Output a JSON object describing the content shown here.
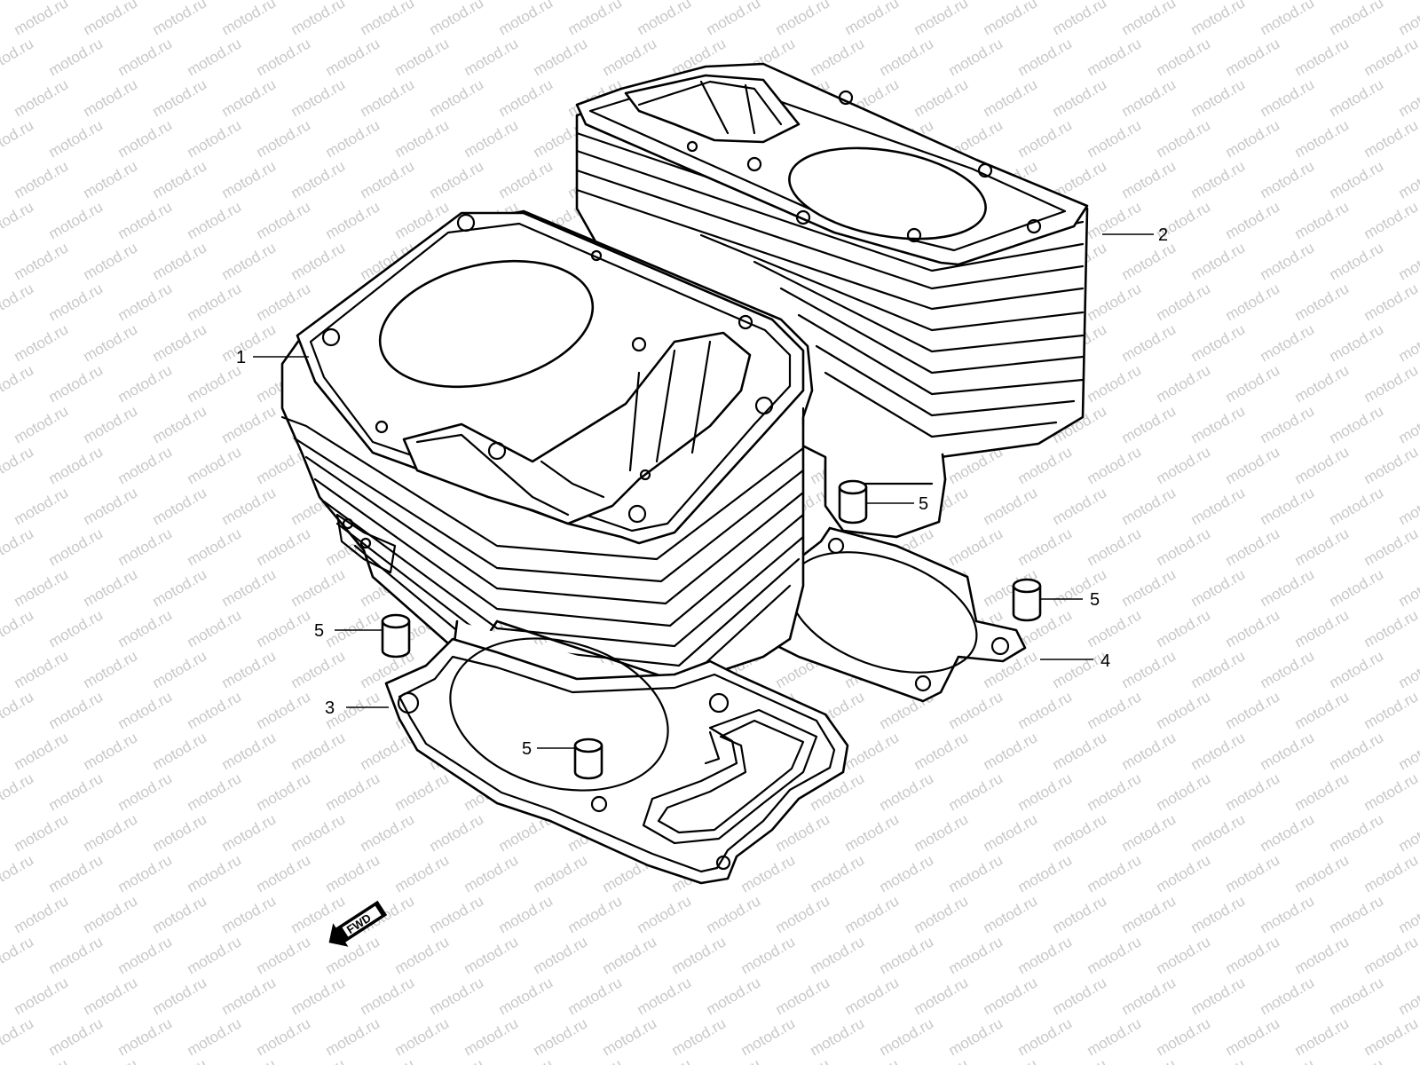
{
  "watermark": {
    "text": "motod.ru",
    "color": "#c8c8c8"
  },
  "callouts": [
    {
      "id": "1",
      "label": "1"
    },
    {
      "id": "2",
      "label": "2"
    },
    {
      "id": "3",
      "label": "3"
    },
    {
      "id": "4",
      "label": "4"
    },
    {
      "id": "5a",
      "label": "5"
    },
    {
      "id": "5b",
      "label": "5"
    },
    {
      "id": "5c",
      "label": "5"
    },
    {
      "id": "5d",
      "label": "5"
    }
  ],
  "direction_marker": {
    "label": "FWD",
    "icon": "arrow-left-icon"
  }
}
